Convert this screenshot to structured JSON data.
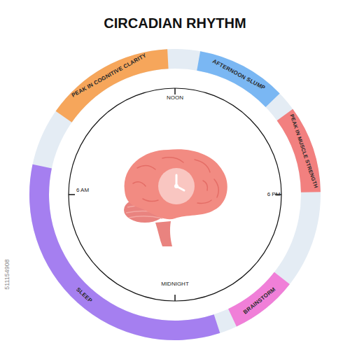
{
  "diagram": {
    "title": "CIRCADIAN RHYTHM",
    "nodes": [
      {
        "text": [
          "PEAK IN COGNITIVE CLARITY"
        ]
      },
      {
        "text": [
          "AFTERNOON SLUMP"
        ]
      },
      {
        "text": [
          "PEAK IN MUSCLE STRENGTH"
        ]
      },
      {
        "text": [
          "BRAINSTORM"
        ]
      },
      {
        "text": [
          "SLEEP"
        ]
      }
    ],
    "labels": [
      "NOON",
      "6 PM",
      "MIDNIGHT",
      "6 AM",
      "511154908"
    ]
  }
}
